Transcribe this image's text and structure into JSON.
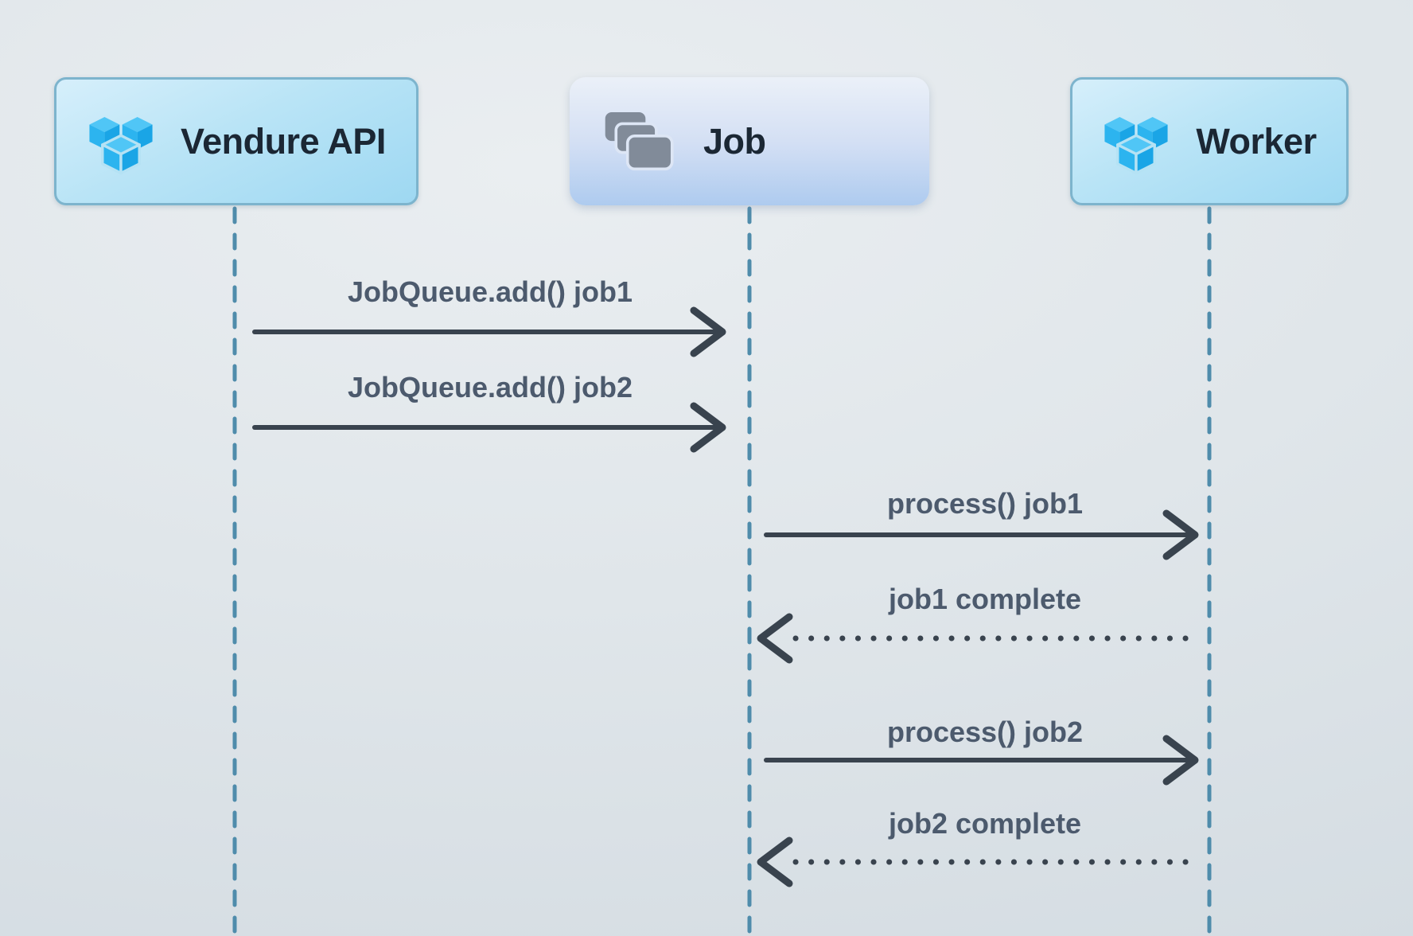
{
  "diagram": {
    "type": "sequence",
    "participants": [
      {
        "label": "Vendure API",
        "icon": "vendure-logo-icon"
      },
      {
        "label": "Job",
        "icon": "job-cards-icon"
      },
      {
        "label": "Worker",
        "icon": "vendure-logo-icon"
      }
    ],
    "messages": [
      {
        "label": "JobQueue.add() job1",
        "from": "Vendure API",
        "to": "Job",
        "line": "solid",
        "direction": "right"
      },
      {
        "label": "JobQueue.add() job2",
        "from": "Vendure API",
        "to": "Job",
        "line": "solid",
        "direction": "right"
      },
      {
        "label": "process() job1",
        "from": "Job",
        "to": "Worker",
        "line": "solid",
        "direction": "right"
      },
      {
        "label": "job1 complete",
        "from": "Worker",
        "to": "Job",
        "line": "dotted",
        "direction": "left"
      },
      {
        "label": "process() job2",
        "from": "Job",
        "to": "Worker",
        "line": "solid",
        "direction": "right"
      },
      {
        "label": "job2 complete",
        "from": "Worker",
        "to": "Job",
        "line": "dotted",
        "direction": "left"
      }
    ],
    "colors": {
      "background": "#dfe5ea",
      "participant_cyan_fill": "#b9e4f6",
      "participant_cyan_border": "#7db4cd",
      "participant_job_fill": "#c9d8f2",
      "title_text": "#1b2734",
      "message_text": "#4c5a6d",
      "arrow": "#39434e",
      "lifeline": "#4f8cab",
      "logo_blue_top": "#50c6f6",
      "logo_blue_left": "#2cb4ef",
      "logo_blue_right": "#1aa5e6",
      "job_icon_gray": "#818b99"
    }
  }
}
